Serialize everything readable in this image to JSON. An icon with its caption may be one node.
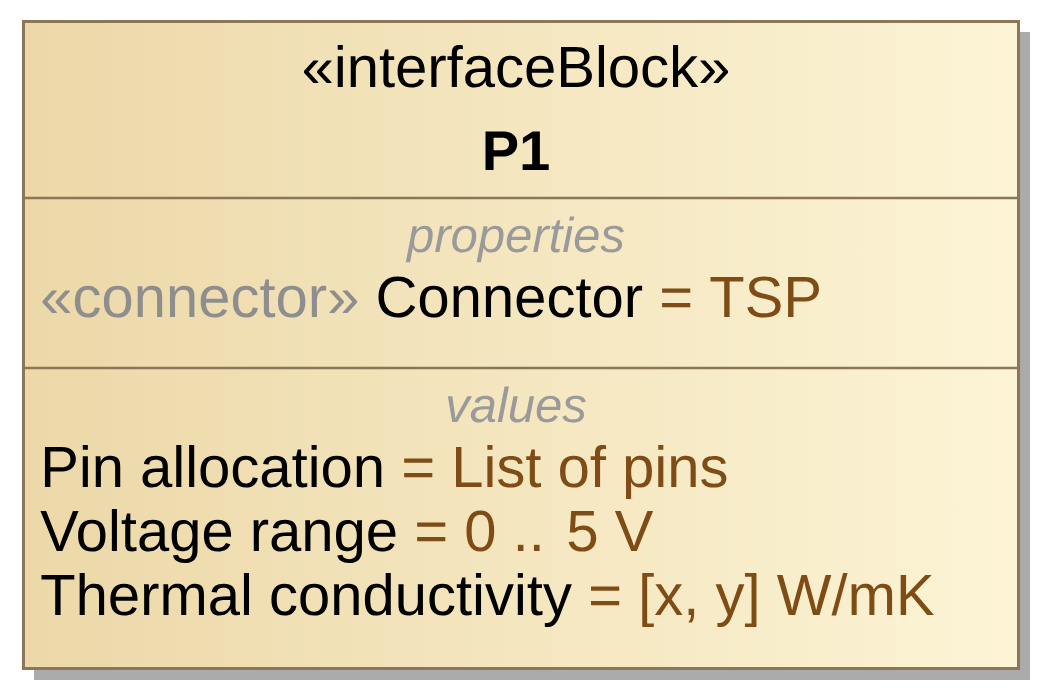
{
  "diagram": {
    "nodes": [
      {
        "text": [
          "«interfaceBlock»",
          "P1"
        ]
      },
      {
        "text": [
          "properties",
          "«connector» Connector = TSP"
        ],
        "in": 0
      },
      {
        "text": [
          "values",
          "Pin allocation = List of pins",
          "Voltage range = 0 .. 5 V",
          "Thermal conductivity = [x, y] W/mK"
        ],
        "in": 0
      }
    ]
  }
}
